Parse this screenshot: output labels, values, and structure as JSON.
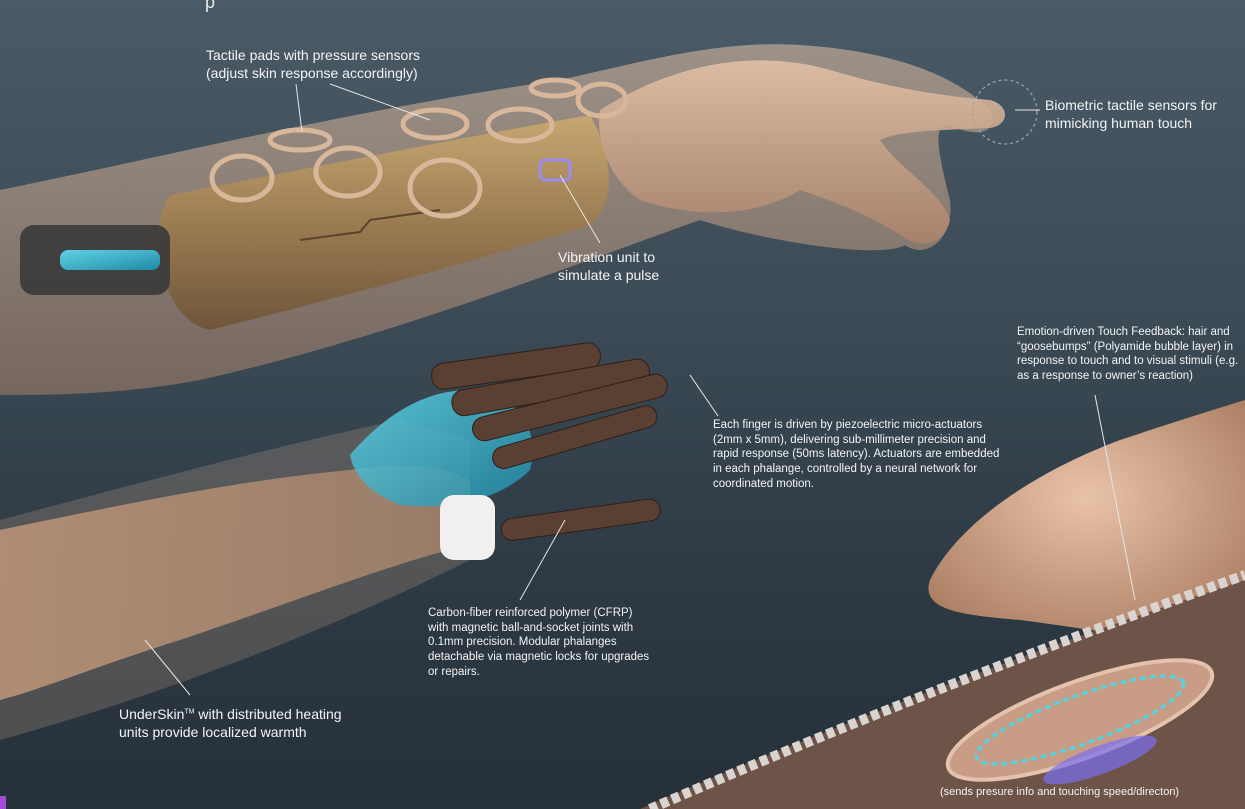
{
  "title_fragment": "p",
  "labels": {
    "tactile_pads": [
      "Tactile pads with pressure sensors",
      "(adjust skin response accordingly)"
    ],
    "biometric": [
      "Biometric tactile sensors for",
      "mimicking human touch"
    ],
    "vibration": [
      "Vibration unit to",
      "simulate a pulse"
    ],
    "emotion": [
      "Emotion-driven Touch Feedback: hair and",
      "“goosebumps” (Polyamide bubble layer) in",
      "response to touch and to visual stimuli (e.g.",
      "as a response to owner’s reaction)"
    ],
    "finger": [
      "Each finger is driven by piezoelectric micro-actuators",
      "(2mm x 5mm), delivering sub-millimeter precision and",
      "rapid response (50ms latency). Actuators are embedded",
      "in each phalange, controlled by a neural network for",
      "coordinated motion."
    ],
    "cfrp": [
      "Carbon-fiber reinforced polymer (CFRP)",
      "with magnetic ball-and-socket joints with",
      "0.1mm precision. Modular phalanges",
      "detachable via magnetic locks for upgrades",
      "or repairs."
    ],
    "underskin_pre": "UnderSkin",
    "underskin_tm": "TM",
    "underskin_post": "with distributed heating",
    "underskin_line2": "units provide localized warmth",
    "sends": "(sends presure info and touching speed/directon)"
  },
  "colors": {
    "background": "#3b4a55",
    "skin": "#c9a48a",
    "metal": "#a88a5e",
    "cyan": "#3fb8d0",
    "pad_glow": "#9b8cf0"
  }
}
